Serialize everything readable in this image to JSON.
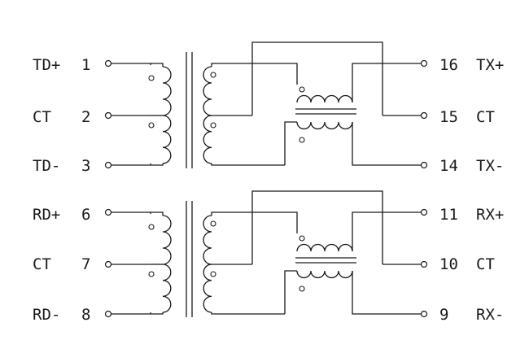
{
  "channels": [
    {
      "id": "tx",
      "left_pins": [
        {
          "name": "TD+",
          "number": "1"
        },
        {
          "name": "CT",
          "number": "2"
        },
        {
          "name": "TD-",
          "number": "3"
        }
      ],
      "right_pins": [
        {
          "number": "16",
          "name": "TX+"
        },
        {
          "number": "15",
          "name": "CT"
        },
        {
          "number": "14",
          "name": "TX-"
        }
      ]
    },
    {
      "id": "rx",
      "left_pins": [
        {
          "name": "RD+",
          "number": "6"
        },
        {
          "name": "CT",
          "number": "7"
        },
        {
          "name": "RD-",
          "number": "8"
        }
      ],
      "right_pins": [
        {
          "number": "11",
          "name": "RX+"
        },
        {
          "number": "10",
          "name": "CT"
        },
        {
          "number": "9",
          "name": "RX-"
        }
      ]
    }
  ]
}
